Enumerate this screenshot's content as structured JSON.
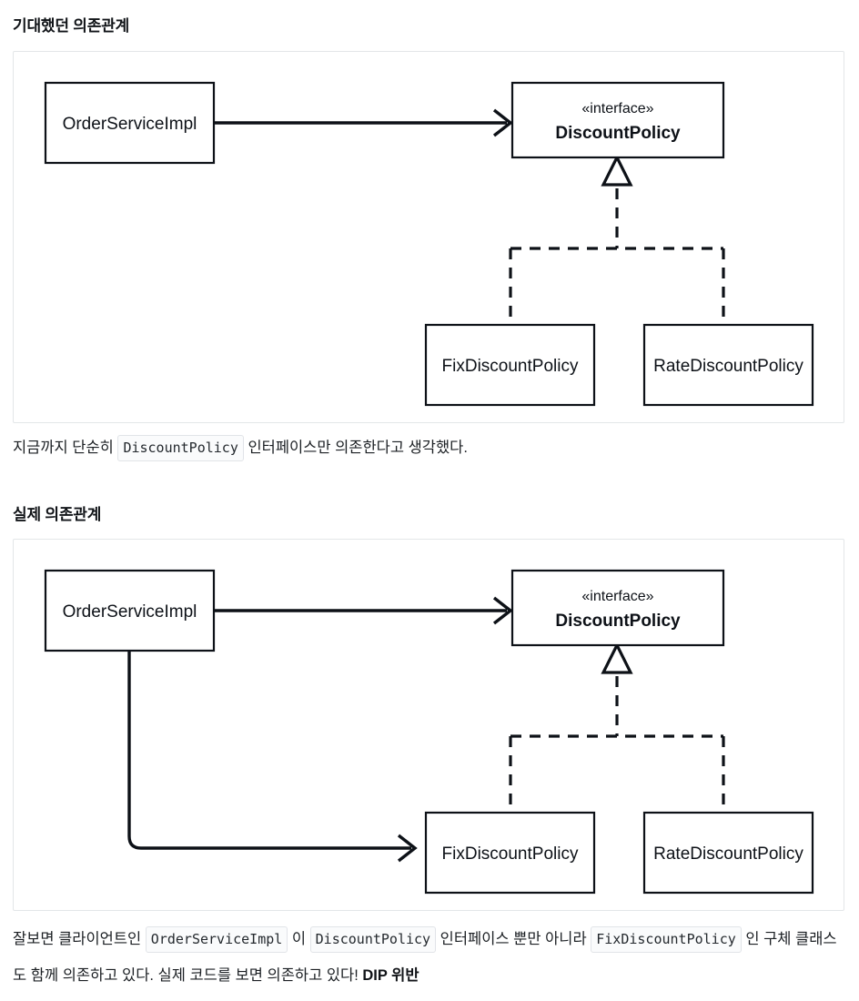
{
  "sections": [
    {
      "heading": "기대했던 의존관계",
      "diagram": {
        "nodes": {
          "client": "OrderServiceImpl",
          "interface_stereotype": "«interface»",
          "interface_name": "DiscountPolicy",
          "impl_fix": "FixDiscountPolicy",
          "impl_rate": "RateDiscountPolicy"
        },
        "edges": [
          {
            "kind": "dependency",
            "from": "OrderServiceImpl",
            "to": "DiscountPolicy",
            "style": "solid-open-arrow"
          },
          {
            "kind": "realization",
            "from": "FixDiscountPolicy",
            "to": "DiscountPolicy",
            "style": "dashed-hollow-triangle"
          },
          {
            "kind": "realization",
            "from": "RateDiscountPolicy",
            "to": "DiscountPolicy",
            "style": "dashed-hollow-triangle"
          }
        ]
      },
      "caption": {
        "part1": "지금까지 단순히 ",
        "code1": "DiscountPolicy",
        "part2": " 인터페이스만 의존한다고 생각했다."
      }
    },
    {
      "heading": "실제 의존관계",
      "diagram": {
        "nodes": {
          "client": "OrderServiceImpl",
          "interface_stereotype": "«interface»",
          "interface_name": "DiscountPolicy",
          "impl_fix": "FixDiscountPolicy",
          "impl_rate": "RateDiscountPolicy"
        },
        "edges": [
          {
            "kind": "dependency",
            "from": "OrderServiceImpl",
            "to": "DiscountPolicy",
            "style": "solid-open-arrow"
          },
          {
            "kind": "dependency",
            "from": "OrderServiceImpl",
            "to": "FixDiscountPolicy",
            "style": "solid-open-arrow-elbow"
          },
          {
            "kind": "realization",
            "from": "FixDiscountPolicy",
            "to": "DiscountPolicy",
            "style": "dashed-hollow-triangle"
          },
          {
            "kind": "realization",
            "from": "RateDiscountPolicy",
            "to": "DiscountPolicy",
            "style": "dashed-hollow-triangle"
          }
        ]
      },
      "caption": {
        "part1": "잘보면 클라이언트인 ",
        "code1": "OrderServiceImpl",
        "part2": " 이 ",
        "code2": "DiscountPolicy",
        "part3": " 인터페이스 뿐만 아니라 ",
        "code3": "FixDiscountPolicy",
        "part4": " 인 구체 클래스도 함께 의존하고 있다. 실제 코드를 보면 의존하고 있다! ",
        "emphasis": "DIP 위반"
      }
    }
  ],
  "colors": {
    "stroke": "#0d1117",
    "container_border": "#e3e6e8",
    "code_bg": "#fafbfc",
    "code_border": "#e1e4e8",
    "text": "#1b1f23"
  }
}
